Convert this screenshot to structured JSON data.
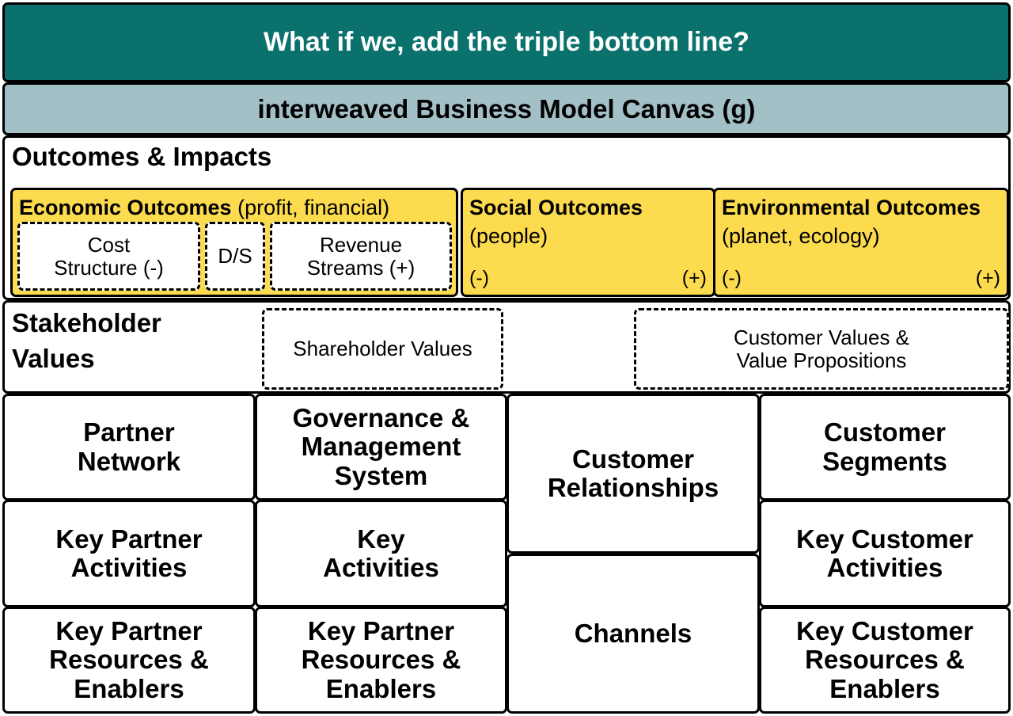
{
  "header": {
    "title": "What if we, add the triple bottom line?",
    "subtitle": "interweaved Business Model Canvas (g)"
  },
  "outcomes": {
    "label": "Outcomes & Impacts",
    "economic": {
      "title": "Economic Outcomes",
      "note": " (profit, financial)",
      "cost": "Cost\nStructure (-)",
      "ds": "D/S",
      "revenue": "Revenue\nStreams (+)"
    },
    "social": {
      "title": "Social Outcomes",
      "note": "(people)",
      "minus": "(-)",
      "plus": "(+)"
    },
    "environmental": {
      "title": "Environmental Outcomes",
      "note": "(planet, ecology)",
      "minus": "(-)",
      "plus": "(+)"
    }
  },
  "stakeholder": {
    "label_line1": "Stakeholder",
    "label_line2": "Values",
    "shareholder": "Shareholder Values",
    "customer": "Customer Values &\nValue Propositions"
  },
  "canvas": {
    "partner_network": "Partner\nNetwork",
    "governance": "Governance &\nManagement\nSystem",
    "customer_relationships": "Customer\nRelationships",
    "customer_segments": "Customer\nSegments",
    "key_partner_activities": "Key Partner\nActivities",
    "key_activities": "Key\nActivities",
    "key_customer_activities": "Key Customer\nActivities",
    "key_partner_resources_1": "Key Partner\nResources &\nEnablers",
    "key_partner_resources_2": "Key Partner\nResources &\nEnablers",
    "channels": "Channels",
    "key_customer_resources": "Key Customer\nResources &\nEnablers"
  },
  "colors": {
    "title_bg": "#0b716c",
    "subtitle_bg": "#a3c0c7",
    "outcome_bg": "#fcdb4f"
  }
}
